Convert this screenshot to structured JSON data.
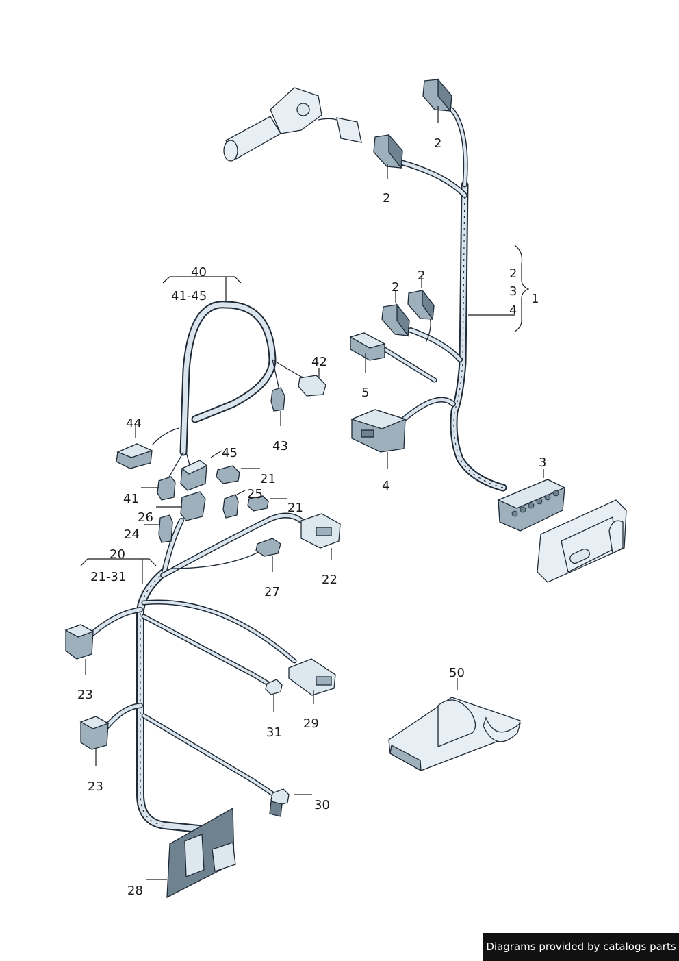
{
  "callouts": {
    "c2a": "2",
    "c2b": "2",
    "c2c": "2",
    "c2d": "2",
    "c1": "1",
    "c2_range": "2",
    "c3_range": "3",
    "c4_range": "4",
    "c5": "5",
    "c4": "4",
    "c3": "3",
    "c40": "40",
    "c41_45": "41-45",
    "c42": "42",
    "c43": "43",
    "c44": "44",
    "c45": "45",
    "c41": "41",
    "c21a": "21",
    "c25": "25",
    "c21b": "21",
    "c26": "26",
    "c24": "24",
    "c20": "20",
    "c21_31": "21-31",
    "c22": "22",
    "c27": "27",
    "c23a": "23",
    "c23b": "23",
    "c31": "31",
    "c29": "29",
    "c30": "30",
    "c28": "28",
    "c50": "50"
  },
  "footer": {
    "text": "Diagrams provided by catalogs parts"
  },
  "colors": {
    "harness_outline": "#1e2a36",
    "harness_fill": "#d9e4ec",
    "connector": "#9fb0bd",
    "footer_bg": "#111111"
  }
}
